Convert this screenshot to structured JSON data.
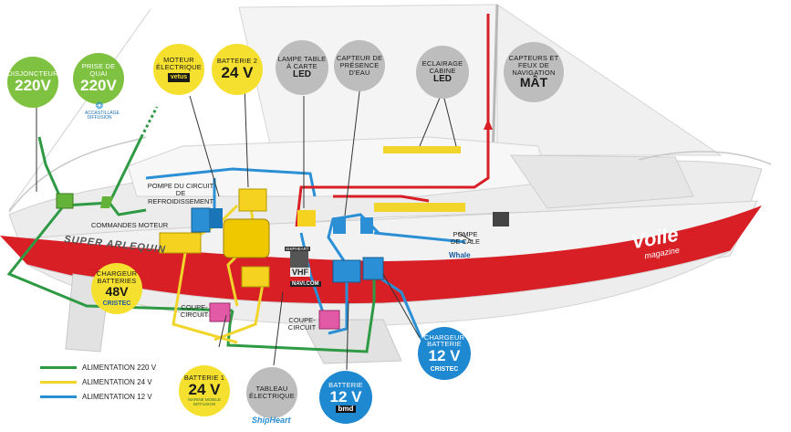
{
  "colors": {
    "line_220": "#2e9a44",
    "line_24": "#f2d52a",
    "line_12": "#2a8fd4",
    "hull_red": "#d81f26"
  },
  "bubbles": {
    "disjoncteur": {
      "title": "DISJONCTEUR",
      "value": "220V"
    },
    "prise_quai": {
      "title": "PRISE DE QUAI",
      "value": "220V",
      "brand": "ACCASTILLAGE DIFFUSION"
    },
    "moteur": {
      "title": "MOTEUR ÉLECTRIQUE",
      "brand": "vetus"
    },
    "batterie2": {
      "title": "BATTERIE 2",
      "value": "24 V"
    },
    "lampe": {
      "title": "LAMPE TABLE À CARTE",
      "bold": "LED"
    },
    "capteur": {
      "title": "CAPTEUR DE PRÉSENCE D'EAU"
    },
    "eclairage": {
      "title": "ECLAIRAGE CABINE",
      "bold": "LED"
    },
    "capteurs_feux": {
      "title": "CAPTEURS ET FEUX DE NAVIGATION",
      "bold": "MÂT"
    },
    "chargeur48": {
      "title": "CHARGEUR BATTERIES",
      "value": "48V",
      "brand": "CRISTEC"
    },
    "batterie1": {
      "title": "BATTERIE 1",
      "value": "24 V",
      "brand": "MARINE MOBILE DIFFUSION"
    },
    "tableau": {
      "title": "TABLEAU ÉLECTRIQUE",
      "brand": "ShipHeart"
    },
    "batterie12": {
      "title": "BATTERIE",
      "value": "12 V",
      "brand": "bmd"
    },
    "chargeur12": {
      "title": "CHARGEUR BATTERIE",
      "value": "12 V",
      "brand": "CRISTEC"
    }
  },
  "labels": {
    "pompe_circuit": "POMPE DU CIRCUIT DE REFROIDISSEMENT",
    "commandes": "COMMANDES MOTEUR",
    "coupe1": "COUPE-CIRCUIT",
    "coupe2": "COUPE-CIRCUIT",
    "pompe_cale": "POMPE DE CALE",
    "whale": "Whale",
    "vhf": "VHF",
    "navicom": "NAVI.COM",
    "shipheart_small": "SHIPHEART",
    "boat_name": "SUPER ARLEQUIN",
    "voile": "Voile",
    "magazine": "magazine"
  },
  "legend": [
    {
      "label": "ALIMENTATION 220 V",
      "color": "#2e9a44"
    },
    {
      "label": "ALIMENTATION 24 V",
      "color": "#f2d52a"
    },
    {
      "label": "ALIMENTATION 12 V",
      "color": "#2a8fd4"
    }
  ]
}
